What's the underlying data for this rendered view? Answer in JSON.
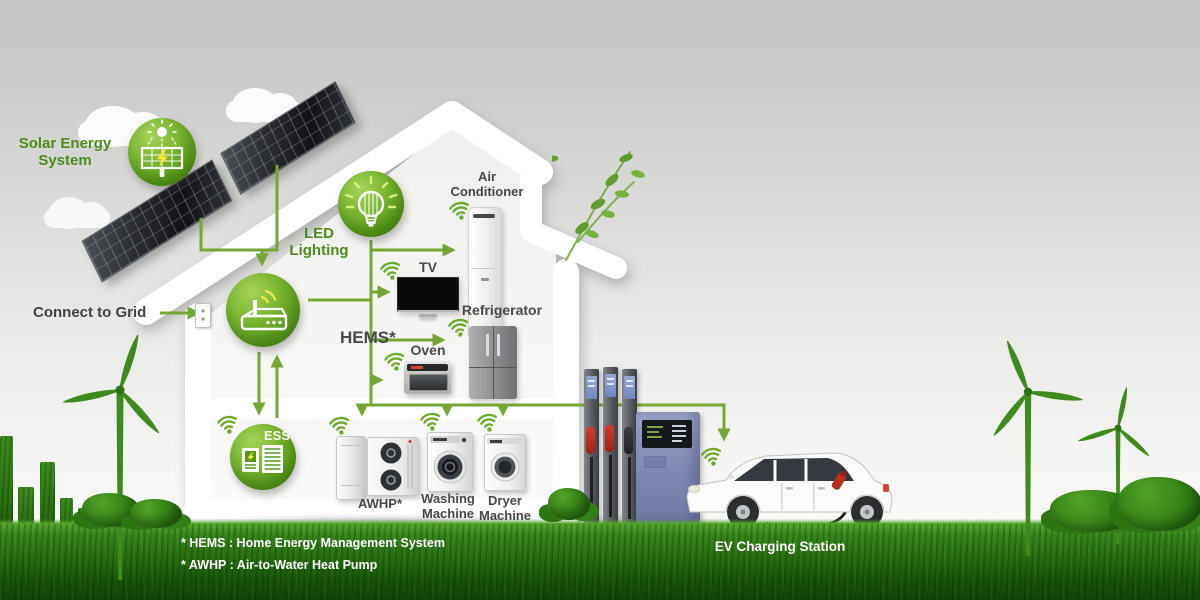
{
  "colors": {
    "brand_green": "#76b82a",
    "line_green": "#74a733",
    "label_green": "#4c8b1b",
    "dark_text": "#484848",
    "footnote_white": "#ffffff",
    "grass_green": "#2e7a13",
    "panel_dark": "#26282c",
    "station_blue": "#8a93bd",
    "plug_red": "#b5301f"
  },
  "icons": {
    "wifi": "wifi-signal-arcs",
    "solar": "sun-over-solar-panel-with-bolt",
    "led": "light-bulb-with-rays",
    "hems": "wifi-router",
    "ess": "battery-storage-panels"
  },
  "nodes": {
    "solar": {
      "label": [
        "Solar Energy",
        "System"
      ]
    },
    "led_lighting": {
      "label": [
        "LED",
        "Lighting"
      ]
    },
    "hems": {
      "label": "HEMS*"
    },
    "ess": {
      "label": "ESS"
    },
    "grid": {
      "label": "Connect to Grid"
    },
    "air_conditioner": {
      "label": [
        "Air",
        "Conditioner"
      ]
    },
    "tv": {
      "label": "TV"
    },
    "refrigerator": {
      "label": "Refrigerator"
    },
    "oven": {
      "label": "Oven"
    },
    "awhp": {
      "label": "AWHP*"
    },
    "washing_machine": {
      "label": [
        "Washing",
        "Machine"
      ]
    },
    "dryer_machine": {
      "label": [
        "Dryer",
        "Machine"
      ]
    },
    "ev_station": {
      "label": "EV Charging Station"
    }
  },
  "footnotes": [
    "* HEMS : Home Energy Management System",
    "* AWHP : Air-to-Water Heat Pump"
  ],
  "connections": [
    {
      "from": "solar-panels",
      "to": "hems"
    },
    {
      "from": "connect-to-grid",
      "to": "house-inlet"
    },
    {
      "from": "hems",
      "to": "air-conditioner"
    },
    {
      "from": "hems",
      "to": "tv"
    },
    {
      "from": "hems",
      "to": "refrigerator"
    },
    {
      "from": "hems",
      "to": "oven"
    },
    {
      "from": "hems",
      "to": "ess",
      "bidirectional": true
    },
    {
      "from": "hems",
      "to": "awhp"
    },
    {
      "from": "hems",
      "to": "washing-machine"
    },
    {
      "from": "hems",
      "to": "dryer-machine"
    },
    {
      "from": "hems",
      "to": "ev-charging-station"
    }
  ]
}
